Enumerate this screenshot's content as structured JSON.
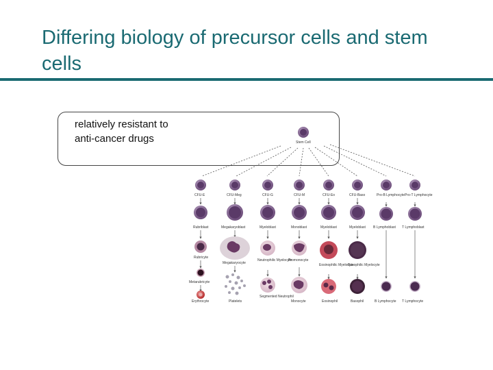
{
  "slide": {
    "title": "Differing biology of precursor cells and stem cells",
    "callout_text": "relatively resistant to anti-cancer drugs"
  },
  "diagram": {
    "stem_cell": {
      "label": "Stem Cell",
      "color": "#6a4a78"
    },
    "columns": [
      {
        "label": "CFU-E",
        "stages": [
          "Rubriblast",
          "Rubricyte",
          "Metarubricyte",
          "Erythrocyte"
        ]
      },
      {
        "label": "CFU-Meg",
        "stages": [
          "Megakaryoblast",
          "Megakaryocyte",
          "Platelets"
        ]
      },
      {
        "label": "CFU-G",
        "stages": [
          "Myeloblast",
          "Neutrophilic Myelocyte",
          "Segmented Neutrophil"
        ]
      },
      {
        "label": "CFU-M",
        "stages": [
          "Monoblast",
          "Promonocyte",
          "Monocyte"
        ]
      },
      {
        "label": "CFU-Eo",
        "stages": [
          "Myeloblast",
          "Eosinophilic Myelocyte",
          "Eosinophil"
        ]
      },
      {
        "label": "CFU-Baso",
        "stages": [
          "Myeloblast",
          "Basophilic Myelocyte",
          "Basophil"
        ]
      },
      {
        "label": "Pro-B Lymphocyte",
        "stages": [
          "B Lymphoblast",
          "B Lymphocyte"
        ]
      },
      {
        "label": "Pro-T Lymphocyte",
        "stages": [
          "T Lymphoblast",
          "T Lymphocyte"
        ]
      }
    ]
  }
}
